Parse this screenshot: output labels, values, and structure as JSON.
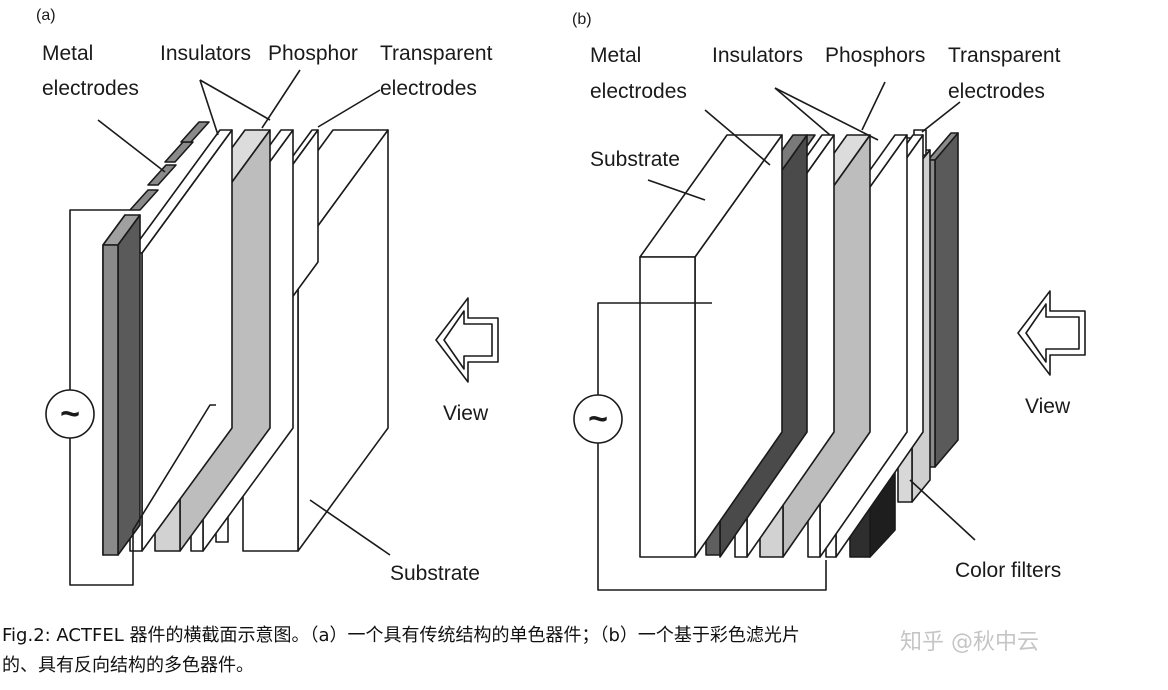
{
  "panel_a": {
    "tag": "(a)",
    "labels": {
      "metal_1": "Metal",
      "metal_2": "electrodes",
      "insulators": "Insulators",
      "phosphor": "Phosphor",
      "transparent_1": "Transparent",
      "transparent_2": "electrodes",
      "substrate": "Substrate",
      "view": "View",
      "ac_symbol": "~"
    }
  },
  "panel_b": {
    "tag": "(b)",
    "labels": {
      "metal_1": "Metal",
      "metal_2": "electrodes",
      "insulators": "Insulators",
      "phosphors": "Phosphors",
      "transparent_1": "Transparent",
      "transparent_2": "electrodes",
      "substrate": "Substrate",
      "color_filters": "Color filters",
      "view": "View",
      "ac_symbol": "~"
    }
  },
  "caption": {
    "line1": "Fig.2: ACTFEL 器件的横截面示意图。（a）一个具有传统结构的单色器件；（b）一个基于彩色滤光片",
    "line2": "的、具有反向结构的多色器件。"
  },
  "watermark": "知乎 @秋中云",
  "colors": {
    "metal_electrode": "#8a8a8a",
    "metal_electrode_dark": "#5a5a5a",
    "phosphor": "#d2d2d2",
    "insulator": "#ffffff",
    "color_filter_dark": "#2e2e2e",
    "line": "#1a1a1a"
  }
}
